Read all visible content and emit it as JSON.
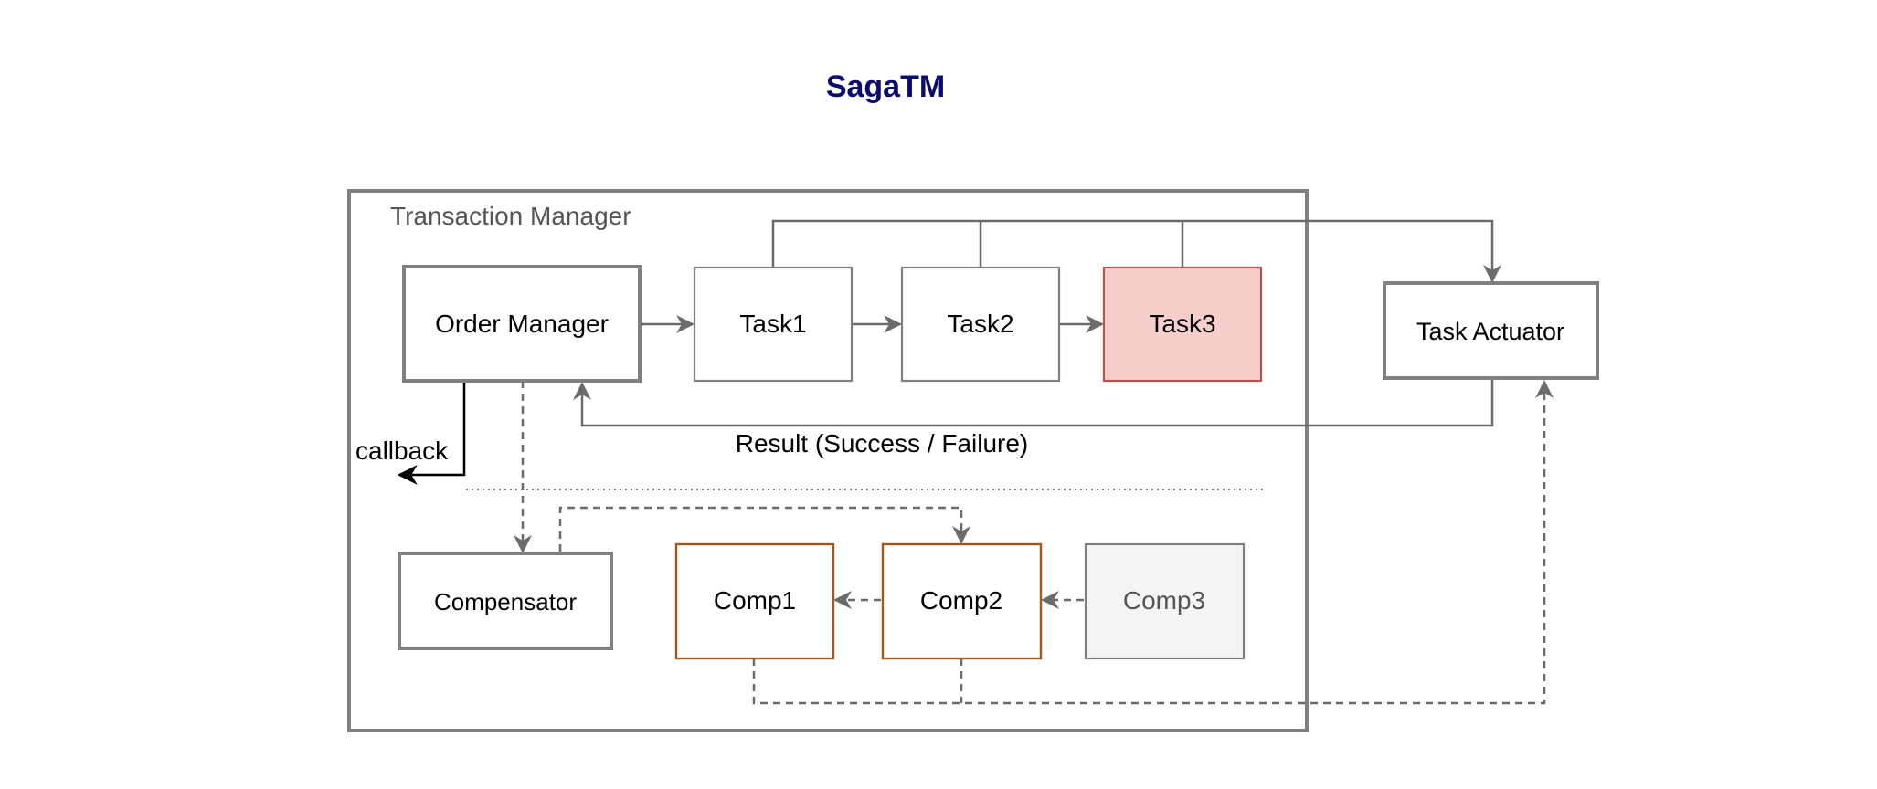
{
  "title": "SagaTM",
  "colors": {
    "title": "#0b0b6b",
    "stroke": "#808080",
    "line": "#6b6b6b",
    "text": "#000000",
    "muted_text": "#555555",
    "task3_fill": "#f8cecc",
    "task3_stroke": "#b85450",
    "comp_stroke": "#a0581f",
    "comp3_fill": "#f5f5f5",
    "callback_arrow": "#000000"
  },
  "container": {
    "label": "Transaction Manager"
  },
  "nodes": {
    "order_manager": "Order Manager",
    "task1": "Task1",
    "task2": "Task2",
    "task3": "Task3",
    "task_actuator": "Task Actuator",
    "compensator": "Compensator",
    "comp1": "Comp1",
    "comp2": "Comp2",
    "comp3": "Comp3"
  },
  "edges": {
    "callback": "callback",
    "result": "Result (Success / Failure)"
  }
}
